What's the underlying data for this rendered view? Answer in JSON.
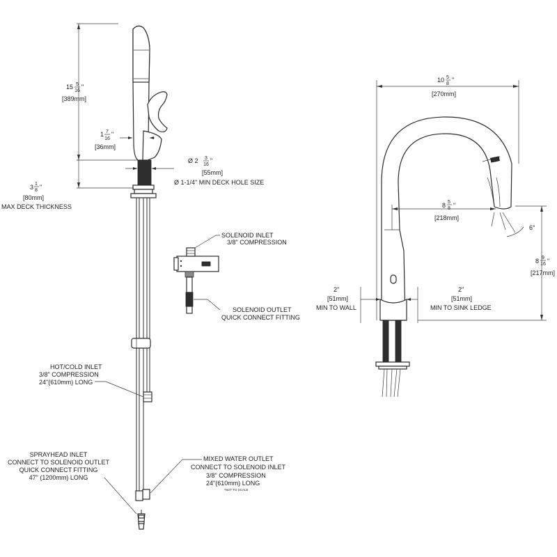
{
  "dims": {
    "height_whole": "15",
    "height_num": "5",
    "height_den": "16",
    "height_in": "\"",
    "height_mm": "[389mm]",
    "neck_whole": "1",
    "neck_num": "7",
    "neck_den": "16",
    "neck_in": "\"",
    "neck_mm": "[36mm]",
    "base_diam_prefix": "Ø 2",
    "base_diam_num": "3",
    "base_diam_den": "16",
    "base_diam_in": "\"",
    "base_diam_mm": "[55mm]",
    "min_deck_hole": "Ø 1-1/4\" MIN DECK HOLE SIZE",
    "deck_whole": "3",
    "deck_num": "1",
    "deck_den": "8",
    "deck_in": "\"",
    "deck_mm": "[80mm]",
    "deck_caption": "MAX DECK THICKNESS",
    "width_whole": "10",
    "width_num": "5",
    "width_den": "8",
    "width_in": "\"",
    "width_mm": "[270mm]",
    "reach_whole": "8",
    "reach_num": "5",
    "reach_den": "8",
    "reach_in": "\"",
    "reach_mm": "[218mm]",
    "spout_whole": "8",
    "spout_num": "9",
    "spout_den": "16",
    "spout_in": "\"",
    "spout_mm": "[217mm]",
    "angle": "6°",
    "wall_in": "2\"",
    "wall_mm": "[51mm]",
    "wall_caption": "MIN TO WALL",
    "ledge_in": "2\"",
    "ledge_mm": "[51mm]",
    "ledge_caption": "MIN TO SINK LEDGE"
  },
  "callouts": {
    "solenoid_inlet": [
      "SOLENOID INLET",
      "3/8\" COMPRESSION"
    ],
    "solenoid_outlet": [
      "SOLENOID OUTLET",
      "QUICK CONNECT FITTING"
    ],
    "hot_cold": [
      "HOT/COLD INLET",
      "3/8\" COMPRESSION",
      "24\"(610mm) LONG"
    ],
    "sprayhead": [
      "SPRAYHEAD INLET",
      "CONNECT TO SOLENOID OUTLET",
      "QUICK CONNECT FITTING",
      "47\" (1200mm) LONG"
    ],
    "mixed": [
      "MIXED WATER OUTLET",
      "CONNECT TO SOLENOID INLET",
      "3/8\" COMPRESSION",
      "24\"(610mm) LONG"
    ]
  },
  "scale_note": "*NOT TO SCALE"
}
